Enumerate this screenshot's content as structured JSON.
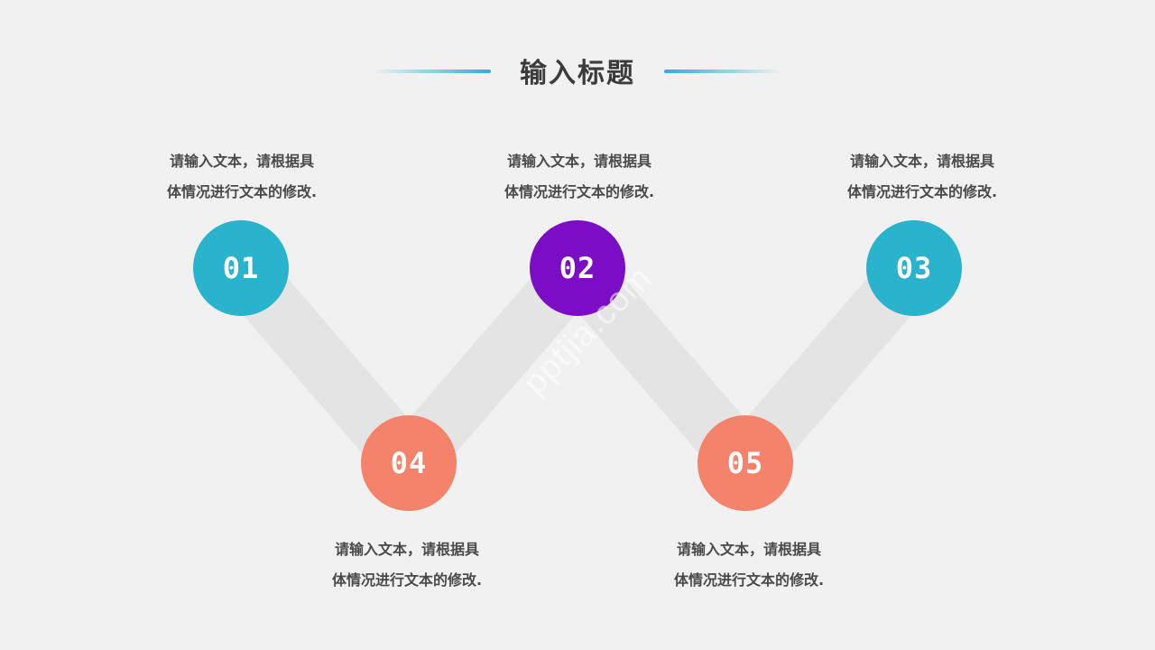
{
  "title": "输入标题",
  "colors": {
    "background": "#f2f1f1",
    "teal": "#2ab3cd",
    "purple": "#7b0ec4",
    "coral": "#f5826a",
    "connector": "#e5e4e4",
    "text": "#4a4a4a"
  },
  "nodes": [
    {
      "number": "01",
      "line1": "请输入文本，请根据具",
      "line2": "体情况进行文本的修改."
    },
    {
      "number": "02",
      "line1": "请输入文本，请根据具",
      "line2": "体情况进行文本的修改."
    },
    {
      "number": "03",
      "line1": "请输入文本，请根据具",
      "line2": "体情况进行文本的修改."
    },
    {
      "number": "04",
      "line1": "请输入文本，请根据具",
      "line2": "体情况进行文本的修改."
    },
    {
      "number": "05",
      "line1": "请输入文本，请根据具",
      "line2": "体情况进行文本的修改."
    }
  ],
  "watermark": "pptjia.com"
}
